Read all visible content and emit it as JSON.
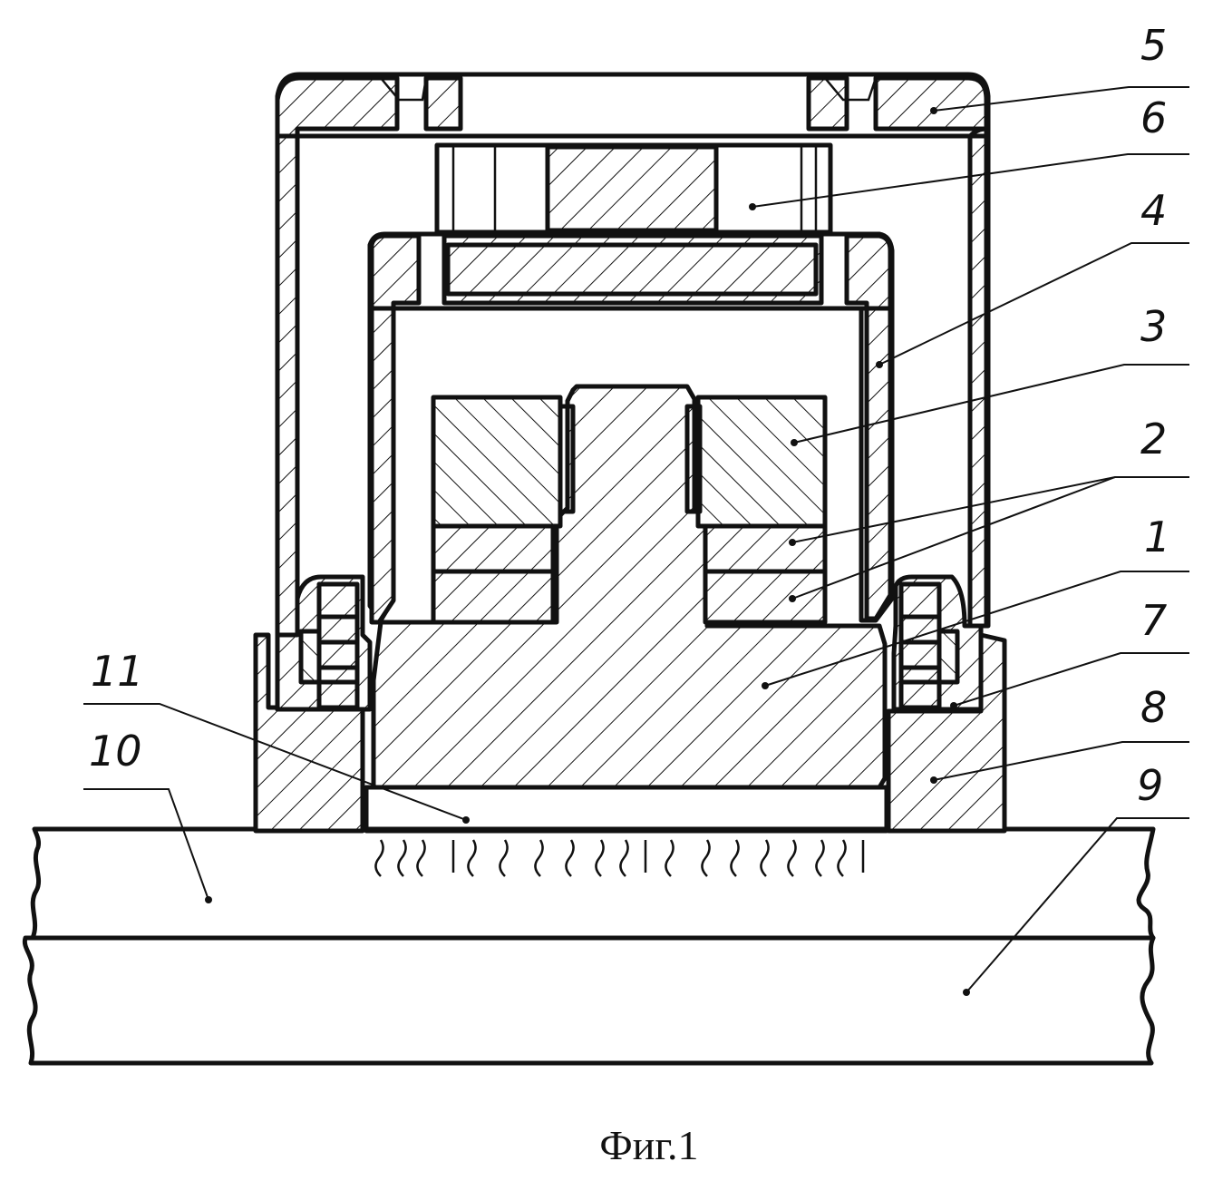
{
  "figure": {
    "caption": "Фиг.1",
    "callouts": [
      {
        "id": "c5",
        "text": "5"
      },
      {
        "id": "c6",
        "text": "6"
      },
      {
        "id": "c4",
        "text": "4"
      },
      {
        "id": "c3",
        "text": "3"
      },
      {
        "id": "c2",
        "text": "2"
      },
      {
        "id": "c1",
        "text": "1"
      },
      {
        "id": "c7",
        "text": "7"
      },
      {
        "id": "c8",
        "text": "8"
      },
      {
        "id": "c9",
        "text": "9"
      },
      {
        "id": "c10",
        "text": "10"
      },
      {
        "id": "c11",
        "text": "11"
      }
    ]
  }
}
